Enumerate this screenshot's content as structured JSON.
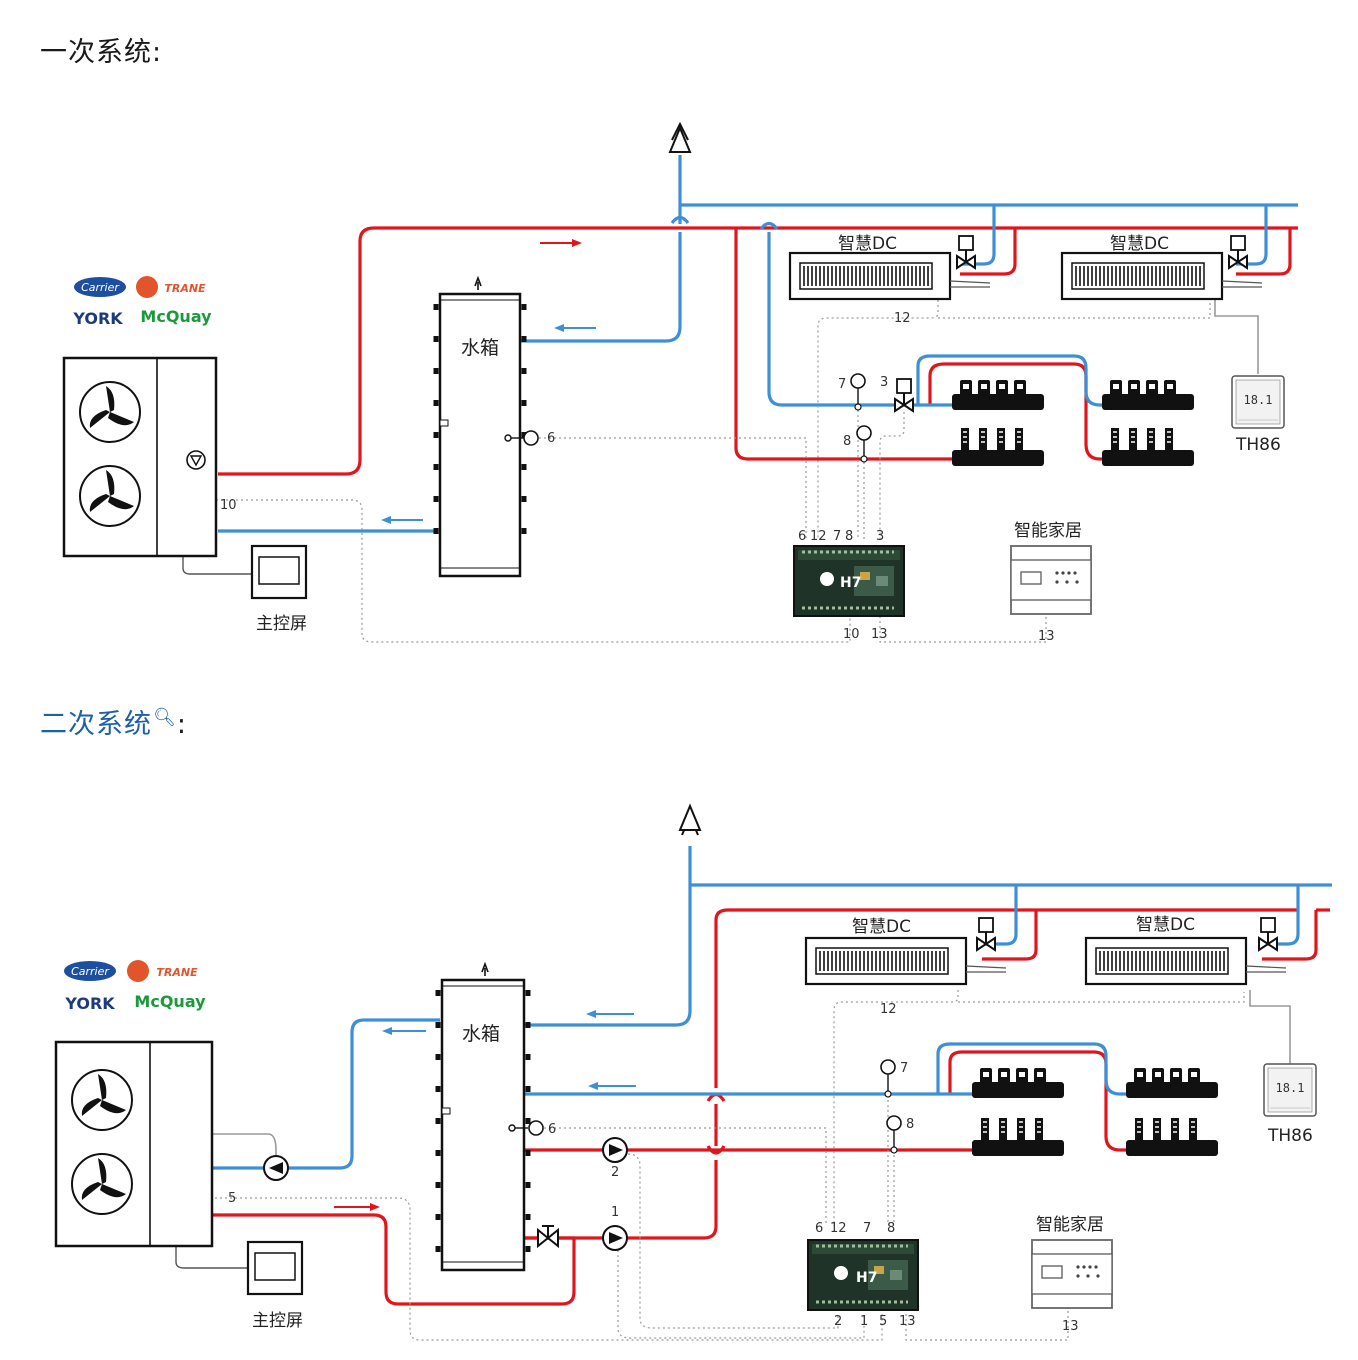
{
  "section1": {
    "heading": "一次系统",
    "heading_colon": ":",
    "tank_label": "水箱",
    "dc1_label": "智慧DC",
    "dc2_label": "智慧DC",
    "controller_label": "H7",
    "smart_home_label": "智能家居",
    "screen_label": "主控屏",
    "thermostat_label": "TH86",
    "thermostat_display": "18.1",
    "brands": [
      "Carrier",
      "TRANE",
      "YORK",
      "McQuay"
    ],
    "numbers": {
      "sensor_tank": "6",
      "sensor_supply": "7",
      "valve_floor": "3",
      "sensor_return": "8",
      "dc_bus": "12",
      "unit_bus": "10",
      "home_bus": "13",
      "home_bus_ctrl": "13",
      "ctrl_top": [
        "6",
        "12",
        "7",
        "8",
        "3"
      ],
      "ctrl_bottom": [
        "10",
        "13"
      ]
    }
  },
  "section2": {
    "heading": "二次系统",
    "heading_colon": ":",
    "search_icon": "search-icon",
    "tank_label": "水箱",
    "dc1_label": "智慧DC",
    "dc2_label": "智慧DC",
    "controller_label": "H7",
    "smart_home_label": "智能家居",
    "screen_label": "主控屏",
    "thermostat_label": "TH86",
    "thermostat_display": "18.1",
    "brands": [
      "Carrier",
      "TRANE",
      "YORK",
      "McQuay"
    ],
    "numbers": {
      "sensor_tank": "6",
      "sensor_supply": "7",
      "sensor_return": "8",
      "pump_floor": "2",
      "pump_dc": "1",
      "dc_bus": "12",
      "unit_bus": "5",
      "home_bus": "13",
      "ctrl_top": [
        "6",
        "12",
        "7",
        "8"
      ],
      "ctrl_bottom": [
        "2",
        "1",
        "5",
        "13"
      ]
    }
  },
  "colors": {
    "hot_pipe": "#e0161c",
    "cold_pipe": "#3d8fd6",
    "signal": "#9a9a9a",
    "heading2": "#1f5fa8"
  }
}
